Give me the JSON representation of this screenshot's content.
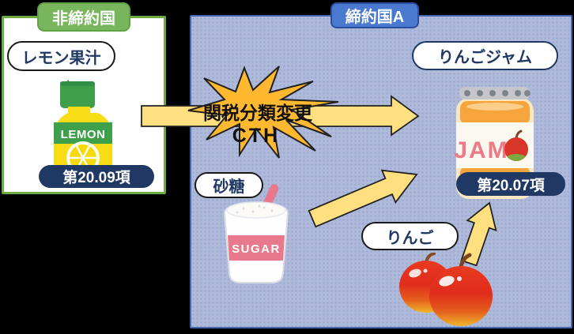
{
  "left_box": {
    "title": "非締約国",
    "item_label": "レモン果汁",
    "bottle_brand": "LEMON",
    "heading": "第20.09項"
  },
  "right_box": {
    "title": "締約国A",
    "jam_label": "りんごジャム",
    "jam_brand": "JAM",
    "jam_heading": "第20.07項",
    "sugar_label": "砂糖",
    "sugar_brand": "SUGAR",
    "apple_label": "りんご"
  },
  "burst": {
    "line1": "関税分類変更",
    "line2": "CTH"
  },
  "colors": {
    "background": "#000000",
    "panel_blue": "#afbadb",
    "panel_blue_border": "#4168b1",
    "box_green_border": "#6bab44",
    "tag_green": "#79b55c",
    "tag_blue": "#4a79d0",
    "navy": "#1f3864",
    "burst_orange": "#ffb930",
    "arrow_yellow": "#ffdf7f",
    "sugar_pink": "#e8798c",
    "apple_red": "#e0301c",
    "lemon_yellow": "#f8dc17",
    "cap_green": "#3fa04b",
    "jam_orange": "#f5a53b"
  }
}
